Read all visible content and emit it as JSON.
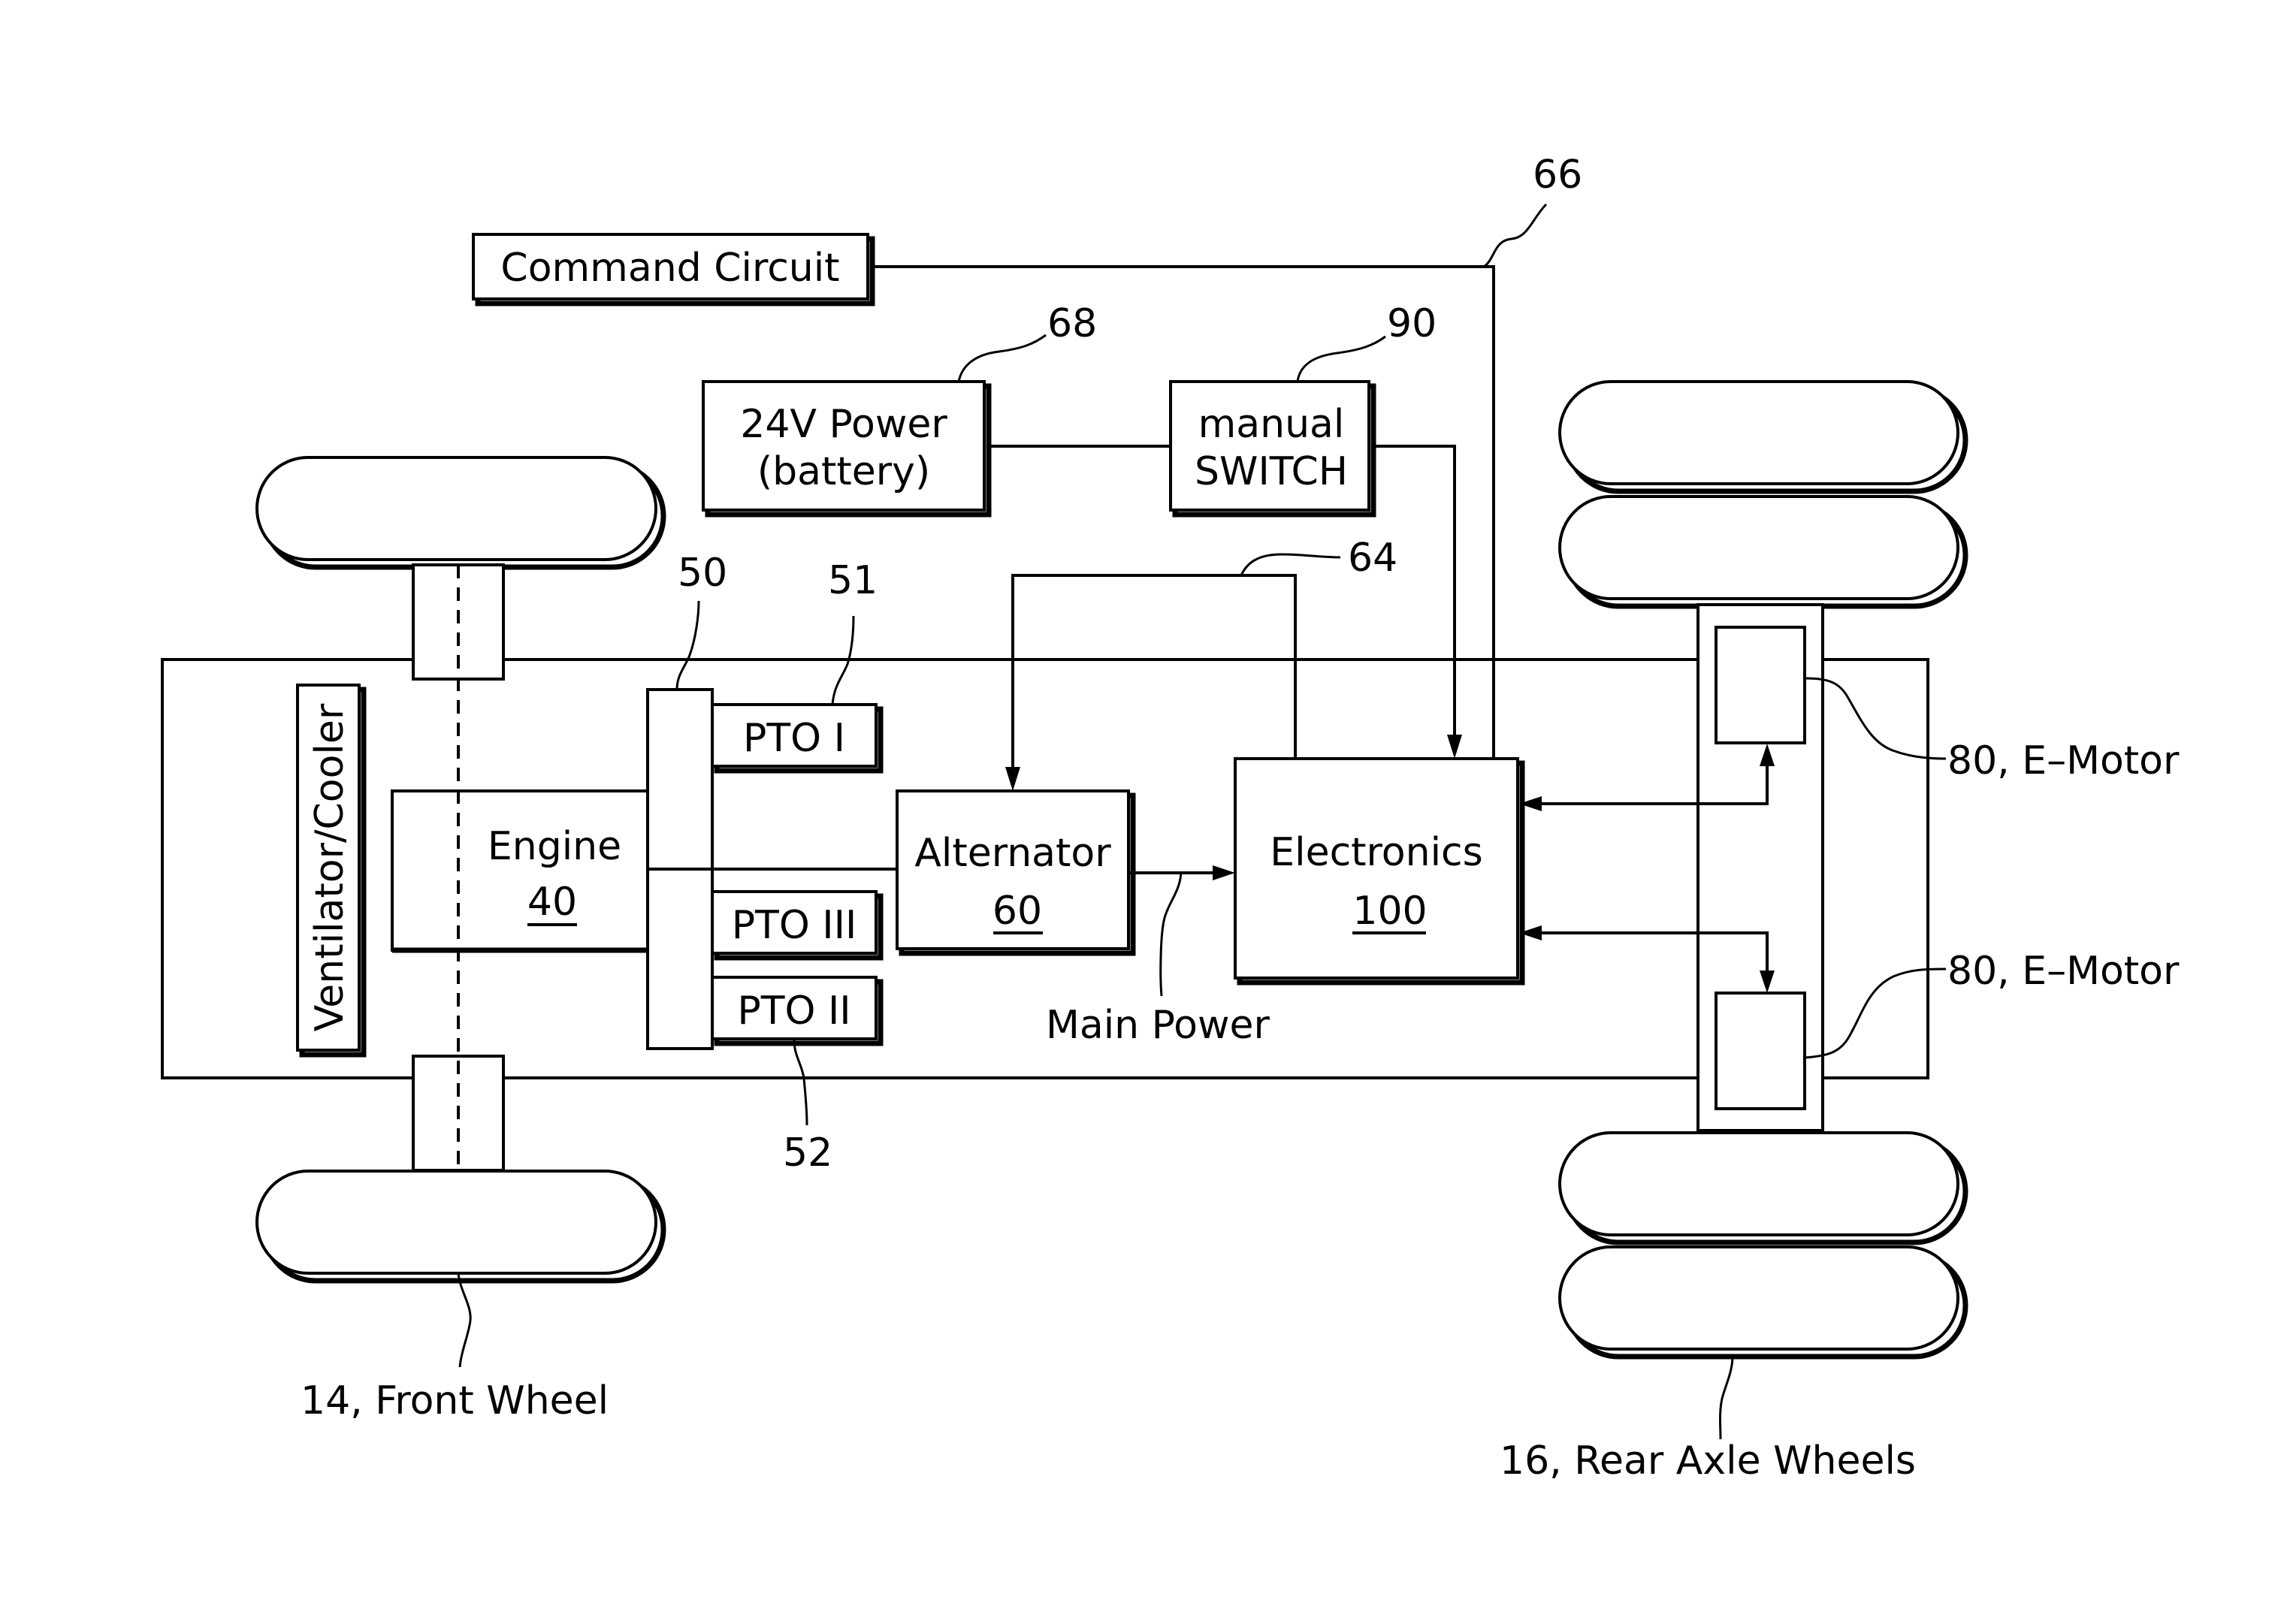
{
  "diagram": {
    "command_circuit": "Command  Circuit",
    "power": {
      "line1": "24V  Power",
      "line2": "(battery)",
      "ref": "68"
    },
    "switch": {
      "line1": "manual",
      "line2": "SWITCH",
      "ref": "90"
    },
    "ventilator": "Ventilator/Cooler",
    "engine": {
      "name": "Engine",
      "ref": "40"
    },
    "pto_block_ref": "50",
    "pto1": {
      "label": "PTO  I",
      "ref": "51"
    },
    "pto2": {
      "label": "PTO  II",
      "ref": "52"
    },
    "pto3": {
      "label": "PTO  III"
    },
    "alternator": {
      "name": "Alternator",
      "ref": "60"
    },
    "electronics": {
      "name": "Electronics",
      "ref": "100"
    },
    "main_power": "Main  Power",
    "ref_64": "64",
    "ref_66": "66",
    "emotor_top": "80,  E–Motor",
    "emotor_bottom": "80,  E–Motor",
    "front_wheel": "14,  Front  Wheel",
    "rear_wheels": "16,  Rear  Axle  Wheels"
  }
}
